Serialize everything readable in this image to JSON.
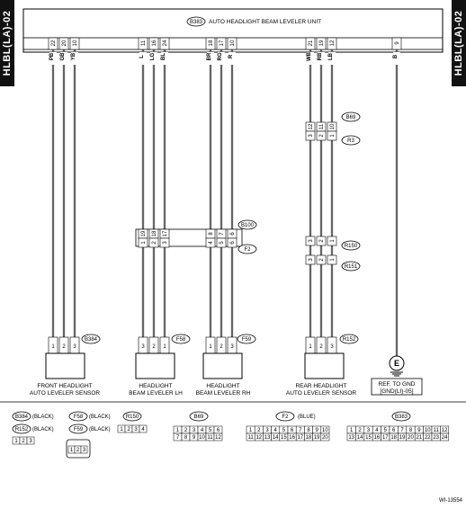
{
  "side_tags": {
    "left": "HLBL(LA)-02",
    "right": "HLBL(LA)-02"
  },
  "unit": {
    "id": "B383",
    "title": "AUTO HEADLIGHT BEAM LEVELER UNIT"
  },
  "wires": {
    "front_sensor": [
      {
        "pin": "22",
        "color": "PB"
      },
      {
        "pin": "20",
        "color": "GB"
      },
      {
        "pin": "10",
        "color": "YB"
      }
    ],
    "beam_lh": [
      {
        "pin": "11",
        "color": "L"
      },
      {
        "pin": "16",
        "color": "LG"
      },
      {
        "pin": "24",
        "color": "BL"
      }
    ],
    "beam_rh": [
      {
        "pin": "18",
        "color": "BR"
      },
      {
        "pin": "17",
        "color": "RG"
      },
      {
        "pin": "10",
        "color": "R"
      }
    ],
    "rear_sensor": [
      {
        "pin": "21",
        "color": "WB"
      },
      {
        "pin": "19",
        "color": "RB"
      },
      {
        "pin": "12",
        "color": "LB"
      }
    ],
    "gnd": [
      {
        "pin": "9",
        "color": "B"
      }
    ]
  },
  "joints": {
    "b69": {
      "id": "B69",
      "pins": [
        "12",
        "11",
        "10"
      ]
    },
    "r3": {
      "id": "R3",
      "pins": [
        "3",
        "2",
        "1"
      ]
    },
    "b100": {
      "id": "B100",
      "pins": [
        "19",
        "18",
        "17",
        "8",
        "7",
        "6"
      ]
    },
    "f2": {
      "id": "F2",
      "pins": [
        "1",
        "2",
        "3",
        "4",
        "5",
        "6"
      ]
    },
    "r150": {
      "id": "R150",
      "pins": [
        "3",
        "2",
        "1"
      ]
    },
    "r151": {
      "id": "R151",
      "pins": [
        "3",
        "2",
        "1"
      ]
    }
  },
  "connectors": {
    "b384": {
      "id": "B384",
      "pins": [
        "1",
        "2",
        "3"
      ]
    },
    "f58": {
      "id": "F58",
      "pins": [
        "3",
        "2",
        "1"
      ]
    },
    "f59": {
      "id": "F59",
      "pins": [
        "1",
        "2",
        "3"
      ]
    },
    "r152": {
      "id": "R152",
      "pins": [
        "1",
        "2",
        "3"
      ]
    }
  },
  "components": {
    "front_sensor": [
      "FRONT HEADLIGHT",
      "AUTO LEVELER SENSOR"
    ],
    "beam_lh": [
      "HEADLIGHT",
      "BEAM LEVELER LH"
    ],
    "beam_rh": [
      "HEADLIGHT",
      "BEAM LEVELER RH"
    ],
    "rear_sensor": [
      "REAR HEADLIGHT",
      "AUTO LEVELER SENSOR"
    ],
    "gnd": [
      "REF. TO GND",
      "[GND(LI)-05]"
    ],
    "gnd_symbol": "E"
  },
  "legend": {
    "b384": {
      "id": "B384",
      "note": "(BLACK)"
    },
    "r152": {
      "id": "R152",
      "note": "(BLACK)",
      "pins": [
        "1",
        "2",
        "3"
      ]
    },
    "f58": {
      "id": "F58",
      "note": "(BLACK)"
    },
    "f59": {
      "id": "F59",
      "note": "(BLACK)",
      "pins": [
        "1",
        "2",
        "3"
      ]
    },
    "r150": {
      "id": "R150",
      "pins": [
        "1",
        "2",
        "3",
        "4"
      ]
    },
    "b69": {
      "id": "B69",
      "pins": [
        "1",
        "2",
        "3",
        "4",
        "5",
        "6",
        "7",
        "8",
        "9",
        "10",
        "11",
        "12"
      ]
    },
    "f2": {
      "id": "F2",
      "note": "(BLUE)",
      "pins": [
        "1",
        "2",
        "3",
        "4",
        "5",
        "6",
        "7",
        "8",
        "9",
        "10",
        "11",
        "12",
        "13",
        "14",
        "15",
        "16",
        "17",
        "18",
        "19",
        "20"
      ]
    },
    "b383": {
      "id": "B383",
      "pins": [
        "1",
        "2",
        "3",
        "4",
        "5",
        "6",
        "7",
        "8",
        "9",
        "10",
        "11",
        "12",
        "13",
        "14",
        "15",
        "16",
        "17",
        "18",
        "19",
        "20",
        "21",
        "22",
        "23",
        "24"
      ]
    }
  },
  "figure_id": "WI-13554",
  "colors": {
    "line": "#000000",
    "tag_bg": "#111111",
    "tag_fg": "#ffffff",
    "bus_fill": "#ffffff"
  }
}
